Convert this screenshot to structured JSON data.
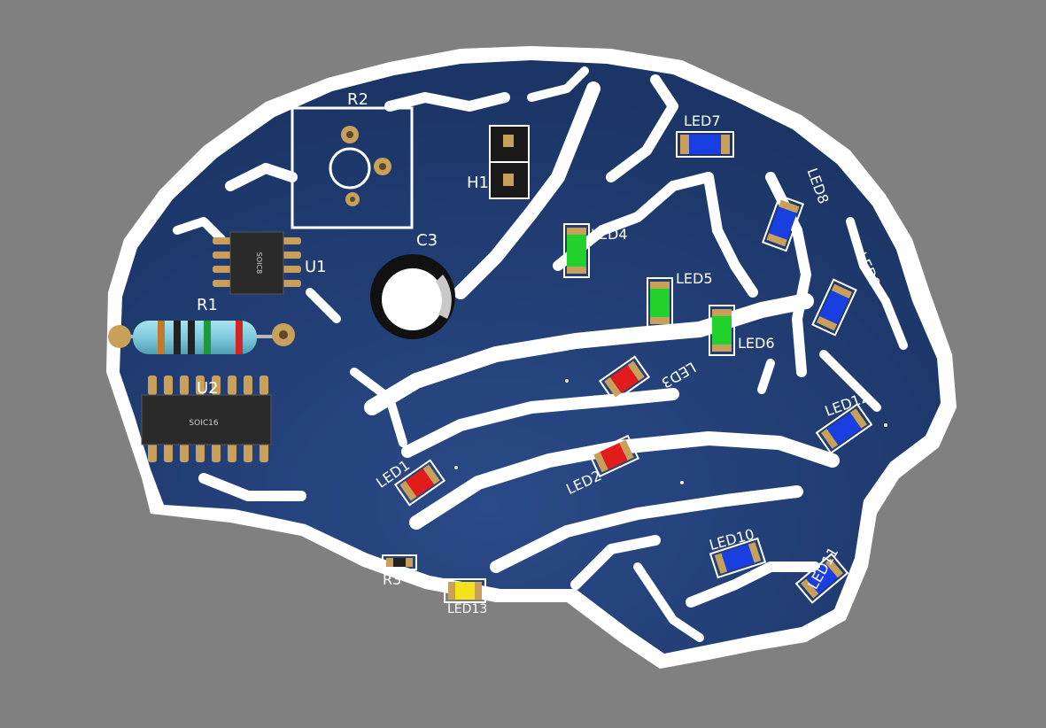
{
  "board": {
    "labels": {
      "r2": "R2",
      "h1": "H1",
      "c3": "C3",
      "u1": "U1",
      "r1": "R1",
      "u2": "U2",
      "r3": "R3",
      "led1": "LED1",
      "led2": "LED2",
      "led3": "LED3",
      "led4": "LED4",
      "led5": "LED5",
      "led6": "LED6",
      "led7": "LED7",
      "led8": "LED8",
      "led9": "LED9",
      "led10": "LED10",
      "led11": "LED11",
      "led12": "LED12",
      "led13": "LED13"
    },
    "packages": {
      "soic8": "SOIC8",
      "soic16": "SOIC16"
    }
  },
  "colors": {
    "background": "#808080",
    "board": "#1b3566",
    "silkscreen": "#ffffff",
    "pad": "#c9a05a",
    "led_red": "#e21b1b",
    "led_green": "#22d12b",
    "led_blue": "#1a3fe0",
    "led_yellow": "#f5e21a"
  }
}
